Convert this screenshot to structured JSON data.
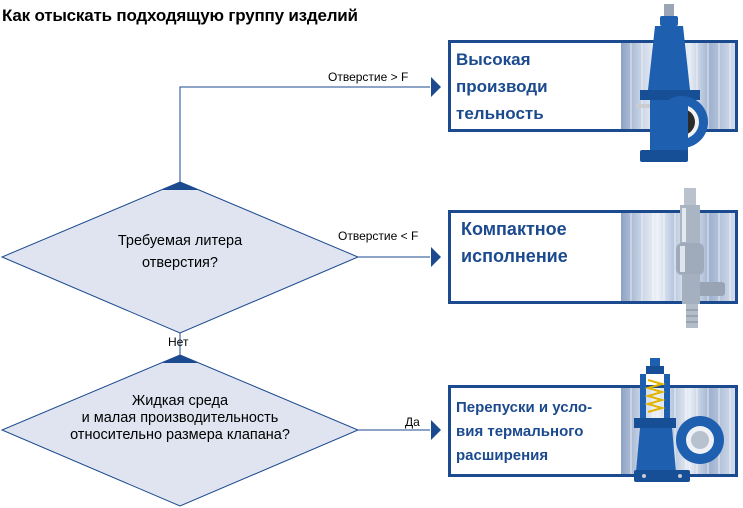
{
  "title": "Как отыскать подходящую группу изделий",
  "question1": {
    "line1": "Требуемая литера",
    "line2": "отверстия?"
  },
  "question2": {
    "line1": "Жидкая среда",
    "line2": "и малая производительность",
    "line3": "относительно размера клапана?"
  },
  "edges": {
    "greater": "Отверстие > F",
    "less": "Отверстие < F",
    "no": "Нет",
    "yes": "Да"
  },
  "products": [
    {
      "lines": [
        "Высокая",
        "производи",
        "тельность"
      ]
    },
    {
      "lines": [
        "Компактное",
        "исполнение"
      ]
    },
    {
      "lines": [
        "Перепуски и усло-",
        "вия термального",
        "расширения"
      ]
    }
  ],
  "colors": {
    "accent": "#1b4a8f",
    "diamond_fill": "#dfe4f0",
    "valve_blue": "#1e5fb0",
    "steel": "#a9b4c2"
  }
}
